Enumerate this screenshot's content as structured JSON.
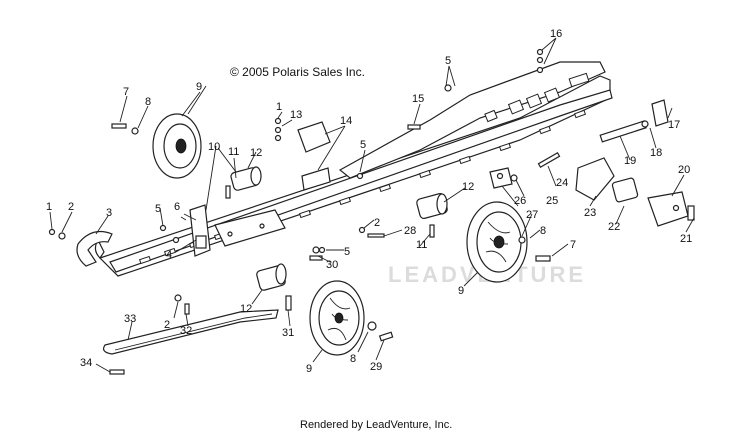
{
  "header": {
    "copyright": "© 2005 Polaris Sales Inc."
  },
  "footer": {
    "rendered_by": "Rendered by LeadVenture, Inc."
  },
  "watermark": {
    "text": "LEADVENTURE"
  },
  "callouts": [
    {
      "id": "c1",
      "label": "1"
    },
    {
      "id": "c2",
      "label": "2"
    },
    {
      "id": "c3",
      "label": "3"
    },
    {
      "id": "c4",
      "label": "4"
    },
    {
      "id": "c5",
      "label": "5"
    },
    {
      "id": "c6",
      "label": "6"
    },
    {
      "id": "c7",
      "label": "7"
    },
    {
      "id": "c8",
      "label": "8"
    },
    {
      "id": "c9",
      "label": "9"
    },
    {
      "id": "c10",
      "label": "10"
    },
    {
      "id": "c11",
      "label": "11"
    },
    {
      "id": "c12",
      "label": "12"
    },
    {
      "id": "c13",
      "label": "13"
    },
    {
      "id": "c14",
      "label": "14"
    },
    {
      "id": "c15",
      "label": "15"
    },
    {
      "id": "c16",
      "label": "16"
    },
    {
      "id": "c17",
      "label": "17"
    },
    {
      "id": "c18",
      "label": "18"
    },
    {
      "id": "c19",
      "label": "19"
    },
    {
      "id": "c20",
      "label": "20"
    },
    {
      "id": "c21",
      "label": "21"
    },
    {
      "id": "c22",
      "label": "22"
    },
    {
      "id": "c23",
      "label": "23"
    },
    {
      "id": "c24",
      "label": "24"
    },
    {
      "id": "c25",
      "label": "25"
    },
    {
      "id": "c26",
      "label": "26"
    },
    {
      "id": "c27",
      "label": "27"
    },
    {
      "id": "c28",
      "label": "28"
    },
    {
      "id": "c29",
      "label": "29"
    },
    {
      "id": "c30",
      "label": "30"
    },
    {
      "id": "c31",
      "label": "31"
    },
    {
      "id": "c32",
      "label": "32"
    },
    {
      "id": "c33",
      "label": "33"
    },
    {
      "id": "c34",
      "label": "34"
    }
  ]
}
